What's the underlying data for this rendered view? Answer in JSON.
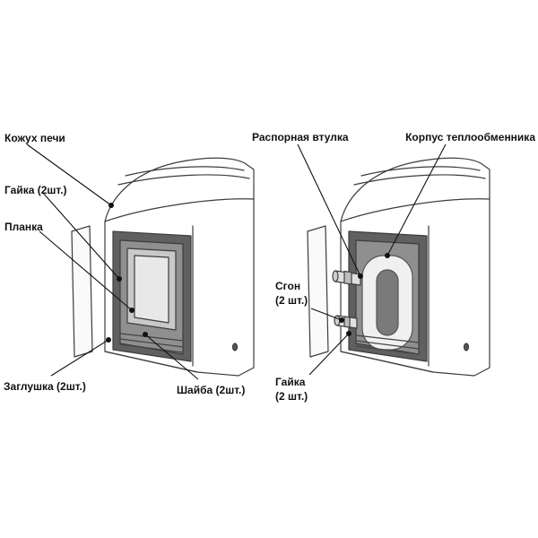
{
  "diagram": {
    "type": "technical-assembly-diagram",
    "background_color": "#ffffff",
    "line_color": "#3d3d3d",
    "callout_color": "#111111",
    "labels": {
      "kozhukh_pechi": "Кожух печи",
      "gaika_left": "Гайка (2шт.)",
      "planka": "Планка",
      "zaglushka": "Заглушка (2шт.)",
      "shaiba": "Шайба (2шт.)",
      "rasporna_vtulka": "Распорная втулка",
      "korpus_teploobmennika": "Корпус теплообменника",
      "sgon_line1": "Сгон",
      "sgon_line2": "(2 шт.)",
      "gaika_right_line1": "Гайка",
      "gaika_right_line2": "(2 шт.)"
    }
  }
}
